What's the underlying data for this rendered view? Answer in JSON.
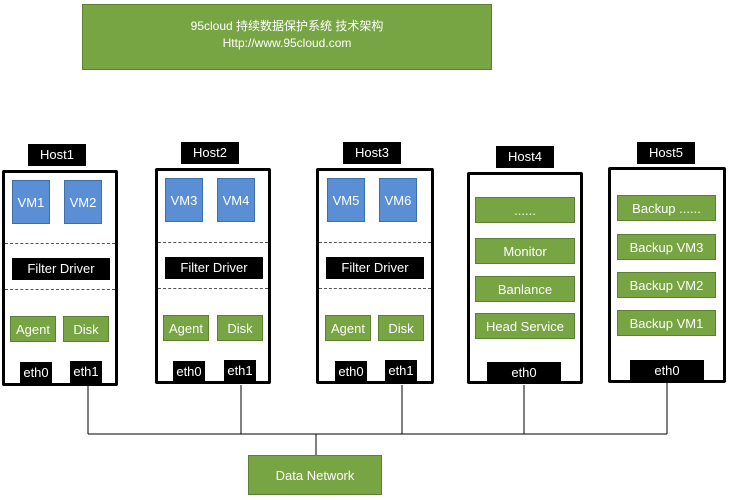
{
  "title": {
    "line1": "95cloud 持续数据保护系统 技术架构",
    "line2": "Http://www.95cloud.com"
  },
  "hosts": [
    {
      "label": "Host1",
      "vm_a": "VM1",
      "vm_b": "VM2",
      "filter": "Filter Driver",
      "agent": "Agent",
      "disk": "Disk",
      "eth0": "eth0",
      "eth1": "eth1"
    },
    {
      "label": "Host2",
      "vm_a": "VM3",
      "vm_b": "VM4",
      "filter": "Filter Driver",
      "agent": "Agent",
      "disk": "Disk",
      "eth0": "eth0",
      "eth1": "eth1"
    },
    {
      "label": "Host3",
      "vm_a": "VM5",
      "vm_b": "VM6",
      "filter": "Filter Driver",
      "agent": "Agent",
      "disk": "Disk",
      "eth0": "eth0",
      "eth1": "eth1"
    }
  ],
  "host4": {
    "label": "Host4",
    "items": [
      "......",
      "Monitor",
      "Banlance",
      "Head Service"
    ],
    "eth0": "eth0"
  },
  "host5": {
    "label": "Host5",
    "items": [
      "Backup ......",
      "Backup VM3",
      "Backup VM2",
      "Backup VM1"
    ],
    "eth0": "eth0"
  },
  "network": {
    "label": "Data Network"
  },
  "colors": {
    "green": "#78a543",
    "blue": "#5b8fd5",
    "black": "#000000"
  }
}
